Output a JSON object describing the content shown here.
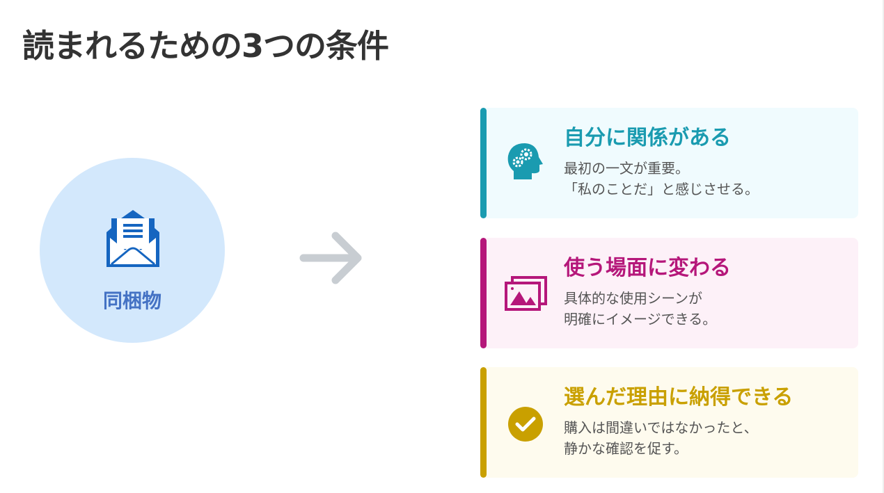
{
  "title": "読まれるための3つの条件",
  "source": {
    "label": "同梱物",
    "icon": "open-envelope-icon"
  },
  "colors": {
    "teal": "#1a9bb0",
    "magenta": "#b5177a",
    "gold": "#c9a000",
    "blue": "#1565c0"
  },
  "conditions": [
    {
      "heading": "自分に関係がある",
      "line1": "最初の一文が重要。",
      "line2": "「私のことだ」と感じさせる。",
      "icon": "head-gears-icon"
    },
    {
      "heading": "使う場面に変わる",
      "line1": "具体的な使用シーンが",
      "line2": "明確にイメージできる。",
      "icon": "images-icon"
    },
    {
      "heading": "選んだ理由に納得できる",
      "line1": "購入は間違いではなかったと、",
      "line2": "静かな確認を促す。",
      "icon": "check-circle-icon"
    }
  ]
}
